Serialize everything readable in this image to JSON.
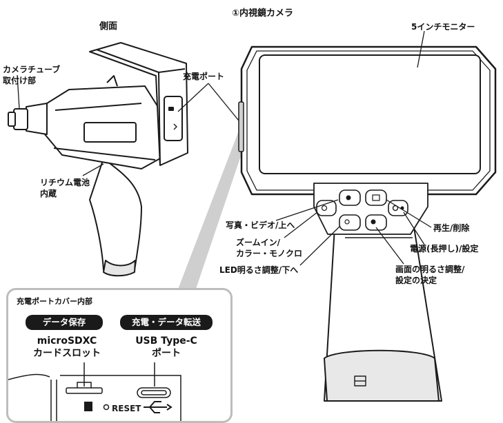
{
  "title_main": "①内視鏡カメラ",
  "title_side": "側面",
  "labels": {
    "monitor": "5インチモニター",
    "charging_port": "充電ポート",
    "camera_tube_1": "カメラチューブ",
    "camera_tube_2": "取付け部",
    "battery_1": "リチウム電池",
    "battery_2": "内蔵",
    "photo_video": "写真・ビデオ/上へ",
    "zoom_1": "ズームイン/",
    "zoom_2": "カラー・モノクロ",
    "led": "LED明るさ調整/下へ",
    "playback": "再生/削除",
    "power": "電源(長押し)/設定",
    "screen_brightness_1": "画面の明るさ調整/",
    "screen_brightness_2": "設定の決定"
  },
  "inset": {
    "title": "充電ポートカバー内部",
    "pill_left": "データ保存",
    "pill_right": "充電・データ転送",
    "left_sub_1": "microSDXC",
    "left_sub_2": "カードスロット",
    "right_sub_1": "USB Type-C",
    "right_sub_2": "ポート",
    "reset": "RESET"
  },
  "colors": {
    "line": "#1a1a1a",
    "device_fill": "#ffffff",
    "shade": "#d9d9d9",
    "callout_gray": "#c8c8c8",
    "pill_bg": "#1a1a1a"
  }
}
